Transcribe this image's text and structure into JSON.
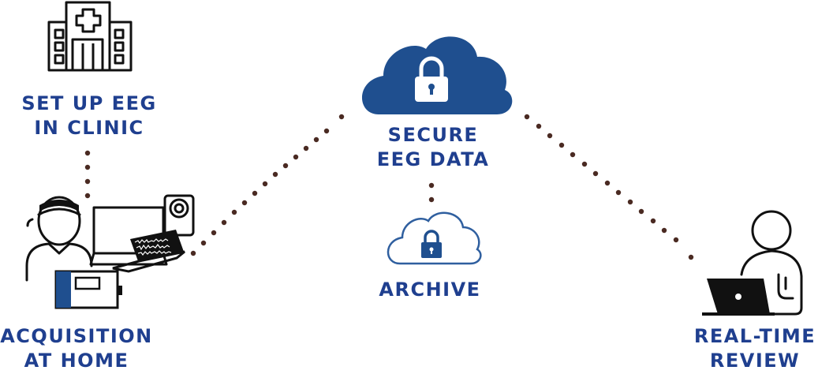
{
  "nodes": {
    "setup": {
      "line1": "SET UP EEG",
      "line2": "IN CLINIC",
      "icon": "hospital-icon"
    },
    "acquisition": {
      "line1": "ACQUISITION",
      "line2": "AT HOME",
      "icon": "patient-eeg-equipment-icon"
    },
    "secure": {
      "line1": "SECURE",
      "line2": "EEG DATA",
      "icon": "cloud-lock-icon"
    },
    "archive": {
      "label": "ARCHIVE",
      "icon": "cloud-lock-outline-icon"
    },
    "review": {
      "line1": "REAL-TIME",
      "line2": "REVIEW",
      "icon": "person-laptop-icon"
    }
  },
  "colors": {
    "label": "#1f3f8f",
    "cloud_fill": "#1f4f8f",
    "archive_stroke": "#2f5f9f",
    "dots": "#4a2a22",
    "line_art": "#111111"
  }
}
